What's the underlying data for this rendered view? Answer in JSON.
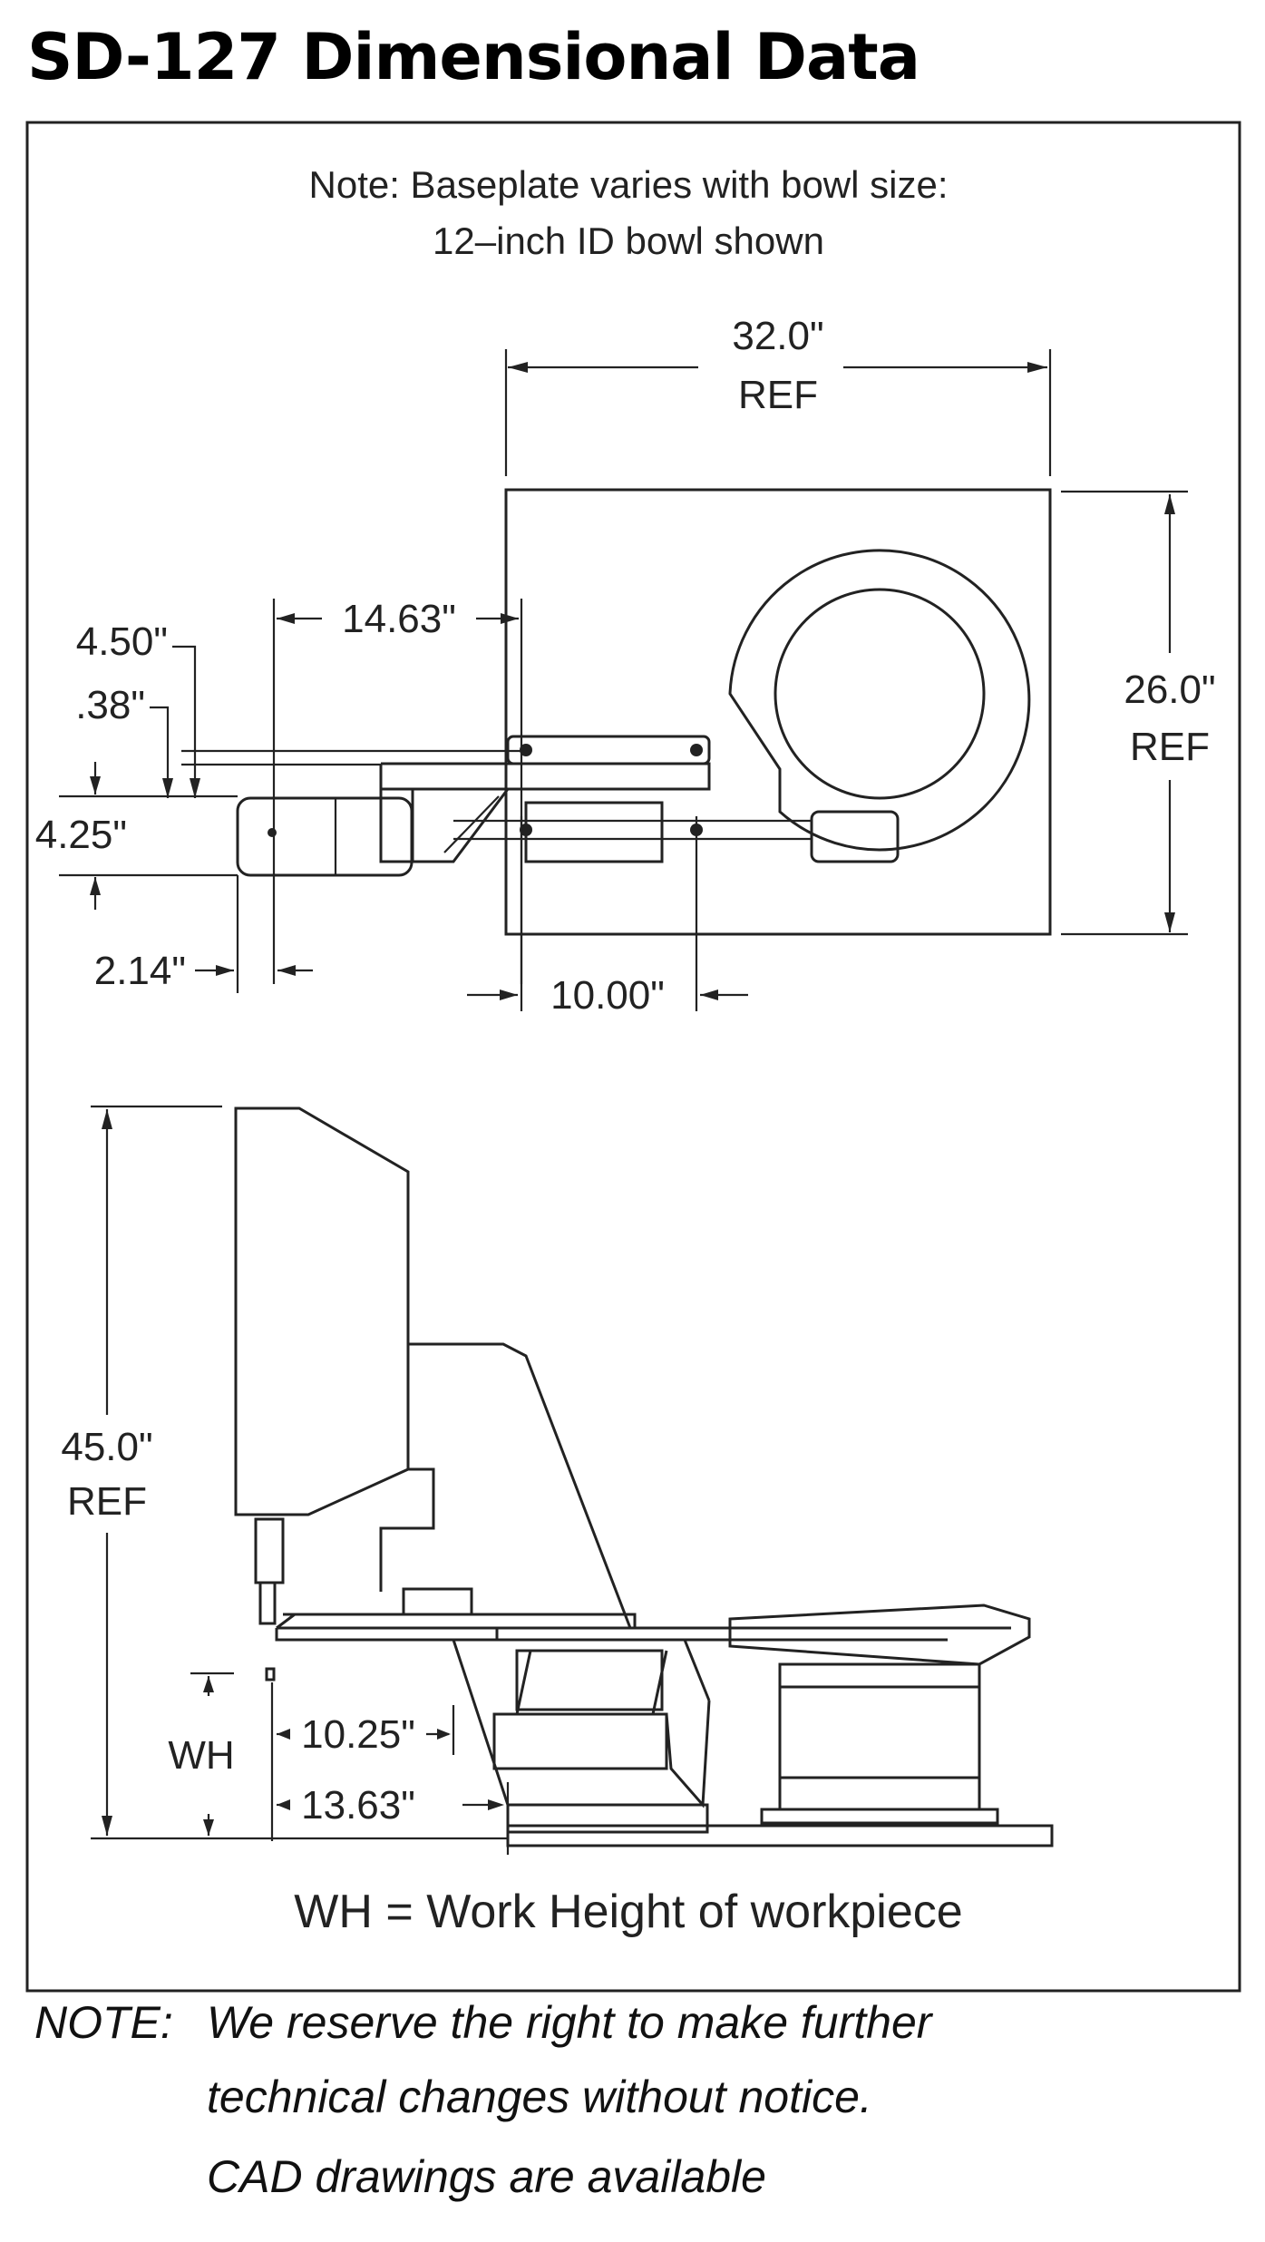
{
  "title": "SD-127 Dimensional Data",
  "top_note": {
    "line1": "Note: Baseplate varies with bowl size:",
    "line2": "12–inch ID bowl shown"
  },
  "top_view": {
    "width_value": "32.0\"",
    "width_ref": "REF",
    "depth_value": "26.0\"",
    "depth_ref": "REF",
    "dim_14_63": "14.63\"",
    "dim_4_50": "4.50\"",
    "dim_038": ".38\"",
    "dim_4_25": "4.25\"",
    "dim_2_14": "2.14\"",
    "dim_10_00": "10.00\""
  },
  "side_view": {
    "height_value": "45.0\"",
    "height_ref": "REF",
    "wh_label": "WH",
    "dim_10_25": "10.25\"",
    "dim_13_63": "13.63\""
  },
  "legend": "WH = Work Height of workpiece",
  "footer": {
    "label": "NOTE:",
    "line1": "We reserve the right to make further",
    "line2": "technical changes without notice.",
    "line3": "CAD drawings are available"
  }
}
